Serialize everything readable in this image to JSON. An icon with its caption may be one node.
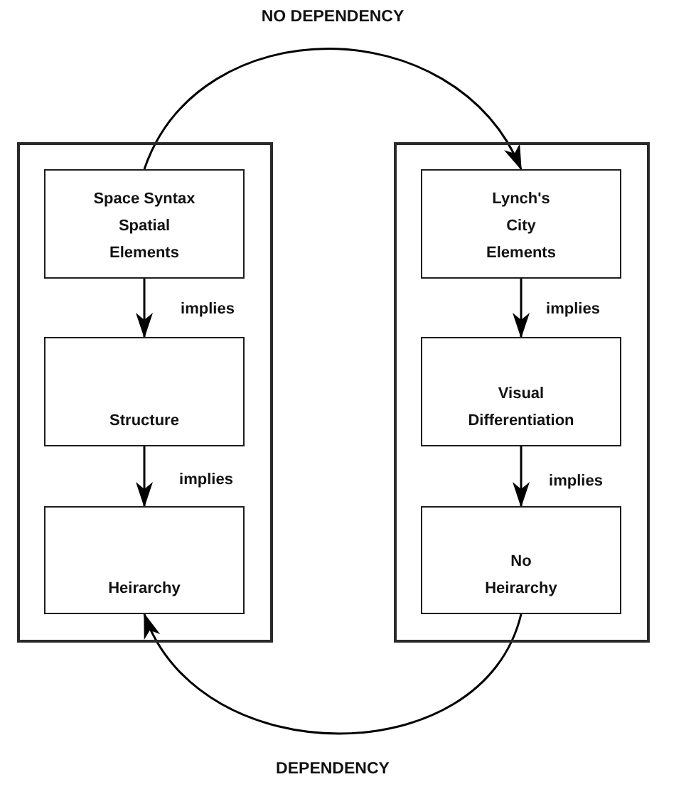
{
  "diagram": {
    "nodes": [
      {
        "text": [],
        "shape": "box"
      },
      {
        "text": [
          "Space Syntax Spatial Elements"
        ],
        "in": 0
      },
      {
        "text": [
          "Structure"
        ],
        "in": 0
      },
      {
        "text": [
          "Heirarchy"
        ],
        "in": 0
      },
      {
        "text": [],
        "shape": "box"
      },
      {
        "text": [
          "Lynch's City Elements"
        ],
        "in": 4
      },
      {
        "text": [
          "Visual Differentiation"
        ],
        "in": 4
      },
      {
        "text": [
          "No Heirarchy"
        ],
        "in": 4
      }
    ],
    "edges": [
      {
        "from": 1,
        "to": 2,
        "arrow": "to",
        "label": "implies"
      },
      {
        "from": 2,
        "to": 3,
        "arrow": "to",
        "label": "implies"
      },
      {
        "from": 5,
        "to": 6,
        "arrow": "to",
        "label": "implies"
      },
      {
        "from": 6,
        "to": 7,
        "arrow": "to",
        "label": "implies"
      },
      {
        "from": 1,
        "to": 5,
        "arrow": "to",
        "label": "NO DEPENDENCY"
      },
      {
        "from": 7,
        "to": 3,
        "arrow": "to",
        "label": "DEPENDENCY"
      }
    ]
  }
}
